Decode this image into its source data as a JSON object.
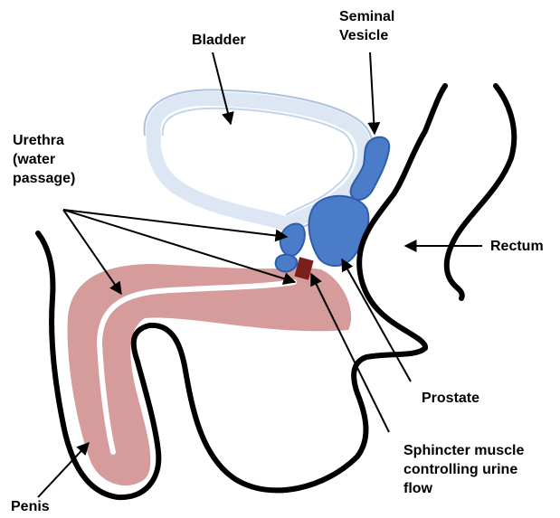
{
  "labels": {
    "bladder": "Bladder",
    "seminal_vesicle": "Seminal\nVesicle",
    "urethra": "Urethra\n(water\npassage)",
    "rectum": "Rectum",
    "prostate": "Prostate",
    "sphincter": "Sphincter muscle\ncontrolling urine\nflow",
    "penis": "Penis"
  },
  "colors": {
    "outline": "#000000",
    "bladder_fill": "#dce7f3",
    "bladder_stroke": "#a9c1e0",
    "prostate": "#4a7cc9",
    "prostate_stroke": "#2f5ea8",
    "penis": "#d69b9b",
    "urethra": "#ffffff",
    "sphincter": "#7a1e1e"
  }
}
